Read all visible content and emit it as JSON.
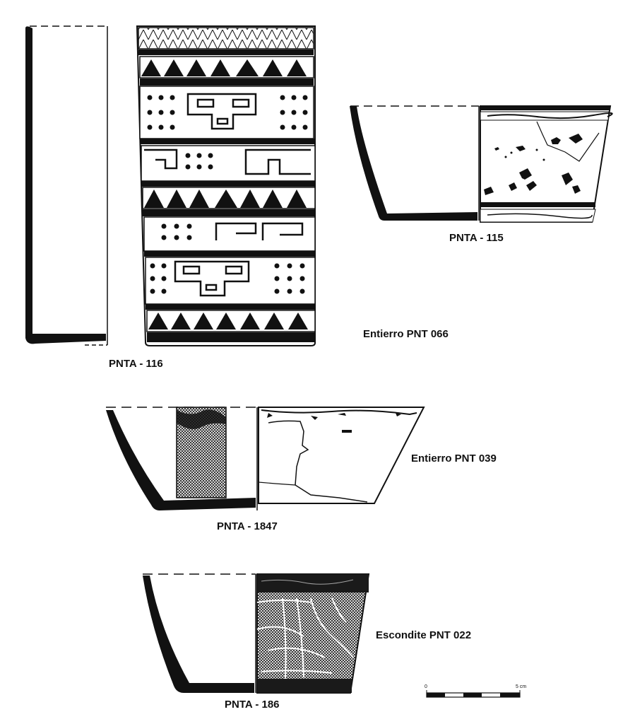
{
  "figure": {
    "vessels": [
      {
        "id": "PNTA - 116",
        "context": "Entierro PNT 066"
      },
      {
        "id": "PNTA - 115"
      },
      {
        "id": "PNTA - 1847",
        "context": "Entierro PNT 039"
      },
      {
        "id": "PNTA - 186",
        "context": "Escondite PNT 022"
      }
    ],
    "scale": {
      "min_label": "0",
      "max_label": "5 cm",
      "segments": 5
    }
  },
  "colors": {
    "ink": "#111111",
    "paper": "#ffffff",
    "hatch": "#222222"
  }
}
